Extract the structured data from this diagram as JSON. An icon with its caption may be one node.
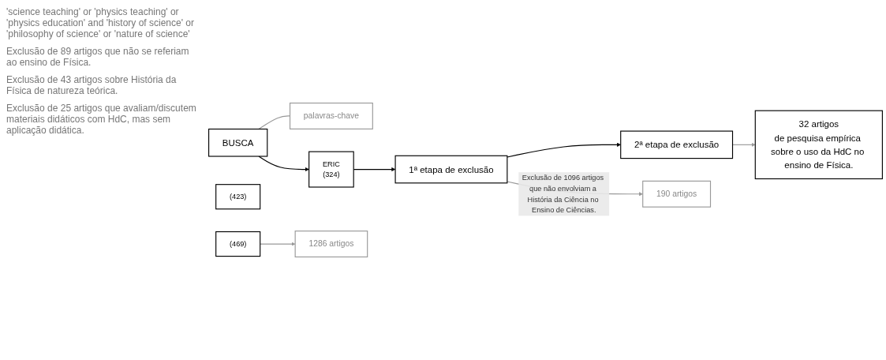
{
  "diagram": {
    "nodes": [
      {
        "text": [
          "BUSCA"
        ]
      },
      {
        "text": [
          "palavras-chave"
        ]
      },
      {
        "text": [
          "(423)"
        ]
      },
      {
        "text": [
          "ERIC",
          "(324)"
        ]
      },
      {
        "text": [
          "(469)"
        ]
      },
      {
        "text": [
          "1ª etapa de exclusão"
        ]
      },
      {
        "text": [
          "2ª etapa de exclusão"
        ]
      },
      {
        "text": [
          "1286 artigos"
        ]
      },
      {
        "text": [
          "190 artigos"
        ]
      },
      {
        "text": [
          "32 artigos",
          "de pesquisa empírica sobre o uso da HdC no ensino de Física."
        ]
      }
    ],
    "edges": [
      {
        "from": 0,
        "to": 1,
        "arrow": "none",
        "color": "#999999"
      },
      {
        "from": 0,
        "to": 3,
        "arrow": "to",
        "color": "#000000"
      },
      {
        "from": 3,
        "to": 5,
        "arrow": "to",
        "color": "#000000"
      },
      {
        "from": 5,
        "to": 6,
        "arrow": "to",
        "color": "#000000"
      },
      {
        "from": 4,
        "to": 7,
        "arrow": "to",
        "color": "#999999"
      },
      {
        "from": 5,
        "to": 8,
        "arrow": "to",
        "label": "Exclusão de 1096 artigos que não envolviam a História da Ciência no Ensino de Ciências.",
        "color": "#999999"
      },
      {
        "from": 6,
        "to": 9,
        "arrow": "to",
        "color": "#999999"
      }
    ],
    "labels": [
      "'science teaching' or 'physics teaching' or 'physics education' and 'history of science' or 'philosophy of science' or 'nature of science'",
      "Exclusão de 89 artigos que não se referiam ao ensino de Física.",
      "Exclusão de 43 artigos sobre História da Física de natureza teórica.",
      "Exclusão de 25 artigos que avaliam/discutem materiais didáticos com HdC, mas sem aplicação didática."
    ]
  }
}
